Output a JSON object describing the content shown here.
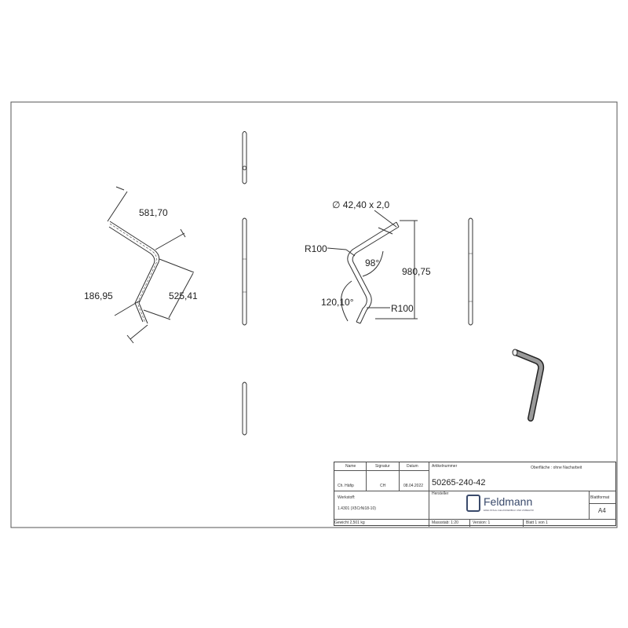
{
  "dimensions": {
    "d_581": "581,70",
    "d_525": "525,41",
    "d_186": "186,95",
    "d_diameter": "∅ 42,40 x 2,0",
    "d_r100_top": "R100",
    "d_98": "98°",
    "d_980": "980,75",
    "d_120": "120,10°",
    "d_r100_bottom": "R100"
  },
  "title_block": {
    "name_label": "Name",
    "signature_label": "Signatur",
    "date_label": "Datum",
    "name_value": "Ch. Häfip",
    "signature_value": "CH",
    "date_value": "08.04.2022",
    "article_label": "Artikelnummer",
    "article_number": "50265-240-42",
    "surface_label": "Oberfläche : ohne Nacharbeit",
    "manufacturer_label": "Hersteller",
    "material_label": "Werkstoff:",
    "material_value": "1.4301 (X5CrNi18-10)",
    "logo_name": "Feldmann",
    "logo_tagline": "EDELSTAHL-GELÄNDERBAU UND ZUBEHÖR",
    "format_label": "Blattformat",
    "format_value": "A4",
    "weight_label": "Gewicht 2,501 kg",
    "scale_label": "Massstab: 1:20",
    "version_label": "Version: 1",
    "sheet_label": "Blatt 1 von 1"
  }
}
